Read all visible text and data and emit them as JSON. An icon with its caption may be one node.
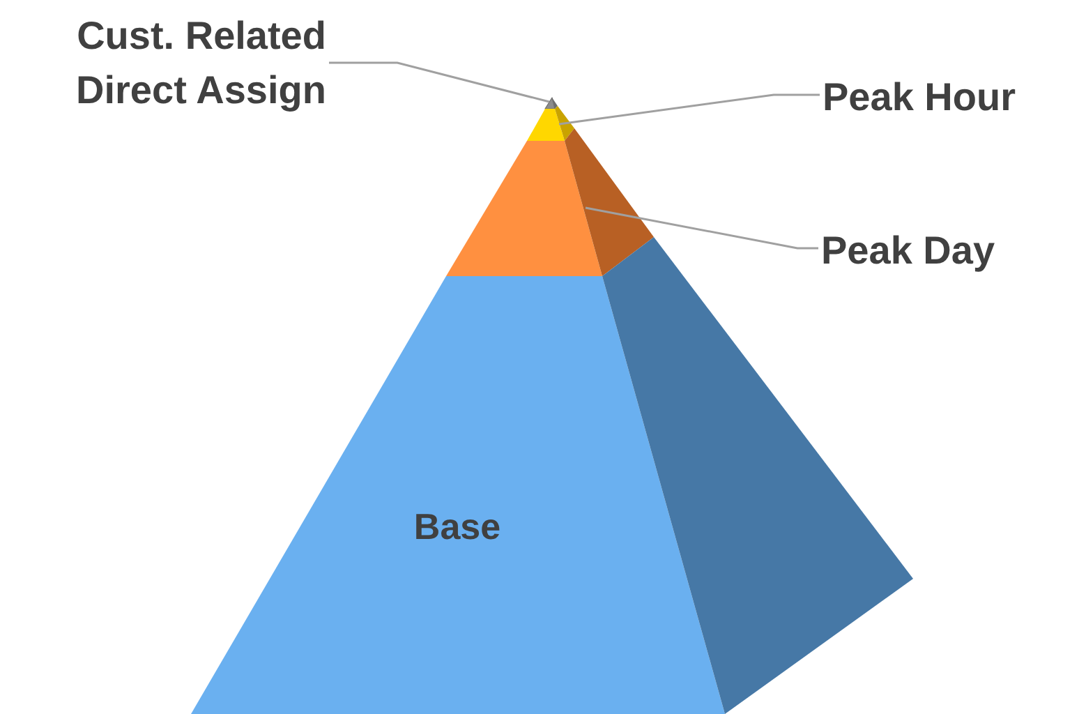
{
  "diagram": {
    "nodes": [
      {
        "text": [
          "Cust. Related Direct Assign"
        ]
      },
      {
        "text": [
          "Peak Hour"
        ]
      },
      {
        "text": [
          "Peak Day"
        ]
      },
      {
        "text": [],
        "shape": "triangle"
      },
      {
        "text": [],
        "shape": "band"
      },
      {
        "text": [],
        "shape": "band"
      },
      {
        "text": [
          "Base"
        ]
      }
    ],
    "edges": [
      {
        "from": 0,
        "to": 3,
        "arrow": "none"
      },
      {
        "from": 1,
        "to": 4,
        "arrow": "none"
      },
      {
        "from": 2,
        "to": 5,
        "arrow": "none"
      }
    ]
  }
}
